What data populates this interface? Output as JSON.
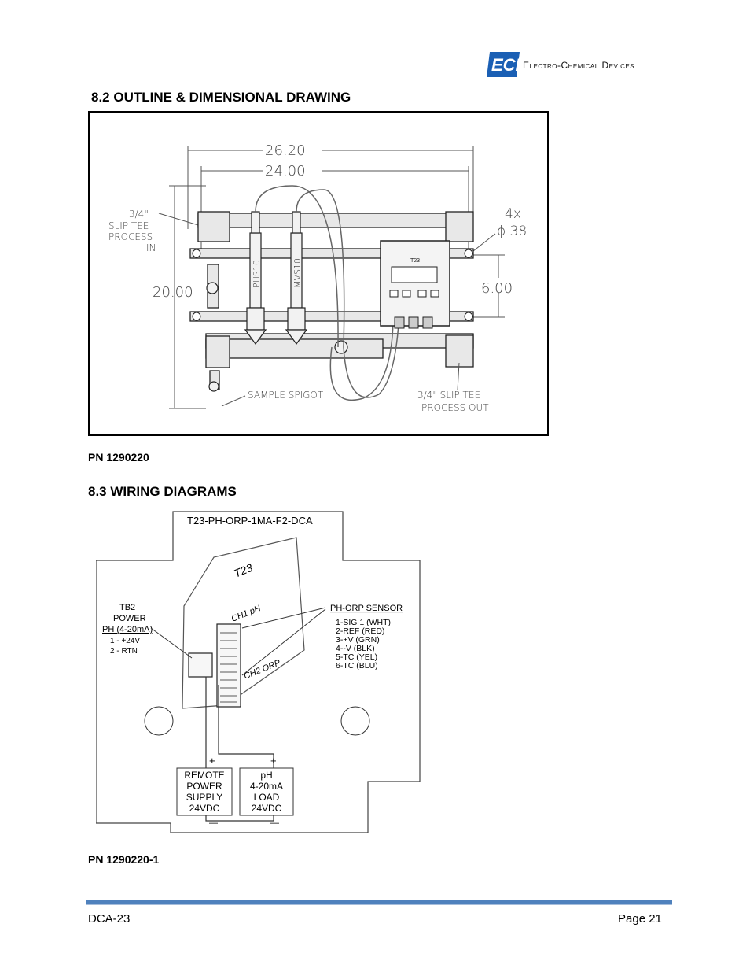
{
  "header": {
    "logo_text": "ECD",
    "company": "Electro-Chemical Devices",
    "brand_color": "#1a5fb4"
  },
  "section_outline": {
    "title": "8.2 OUTLINE & DIMENSIONAL DRAWING",
    "drawing": {
      "dim_overall_width": "26.20",
      "dim_mount_width": "24.00",
      "dim_height": "20.00",
      "dim_mount_height": "6.00",
      "hole_count": "4x",
      "hole_dia": "ϕ.38",
      "inlet_label_1": "3/4\"",
      "inlet_label_2": "SLIP TEE",
      "inlet_label_3": "PROCESS",
      "inlet_label_4": "IN",
      "outlet_label_1": "3/4\" SLIP TEE",
      "outlet_label_2": "PROCESS OUT",
      "spigot_label": "SAMPLE SPIGOT",
      "sensor_ph": "PHS10",
      "sensor_orp": "MVS10",
      "analyzer_label": "T23"
    },
    "part_number": "PN 1290220"
  },
  "section_wiring": {
    "title": "8.3 WIRING DIAGRAMS",
    "diagram": {
      "model": "T23-PH-ORP-1MA-F2-DCA",
      "board_label": "T23",
      "ch1_label": "CH1 pH",
      "ch2_label": "CH2 ORP",
      "tb2_title": "TB2",
      "tb2_power": "POWER",
      "tb2_ph": "PH (4-20mA)",
      "tb2_pin1": "1 - +24V",
      "tb2_pin2": "2 - RTN",
      "sensor_title": "PH-ORP SENSOR",
      "sensor_pins": [
        "1-SIG 1 (WHT)",
        "2-REF (RED)",
        "3-+V (GRN)",
        "4--V (BLK)",
        "5-TC (YEL)",
        "6-TC (BLU)"
      ],
      "supply_lines": [
        "REMOTE",
        "POWER",
        "SUPPLY",
        "24VDC"
      ],
      "load_lines": [
        "pH",
        "4-20mA",
        "LOAD",
        "24VDC"
      ],
      "plus": "+",
      "minus": "—"
    },
    "part_number": "PN 1290220-1"
  },
  "footer": {
    "doc": "DCA-23",
    "page": "Page 21"
  }
}
